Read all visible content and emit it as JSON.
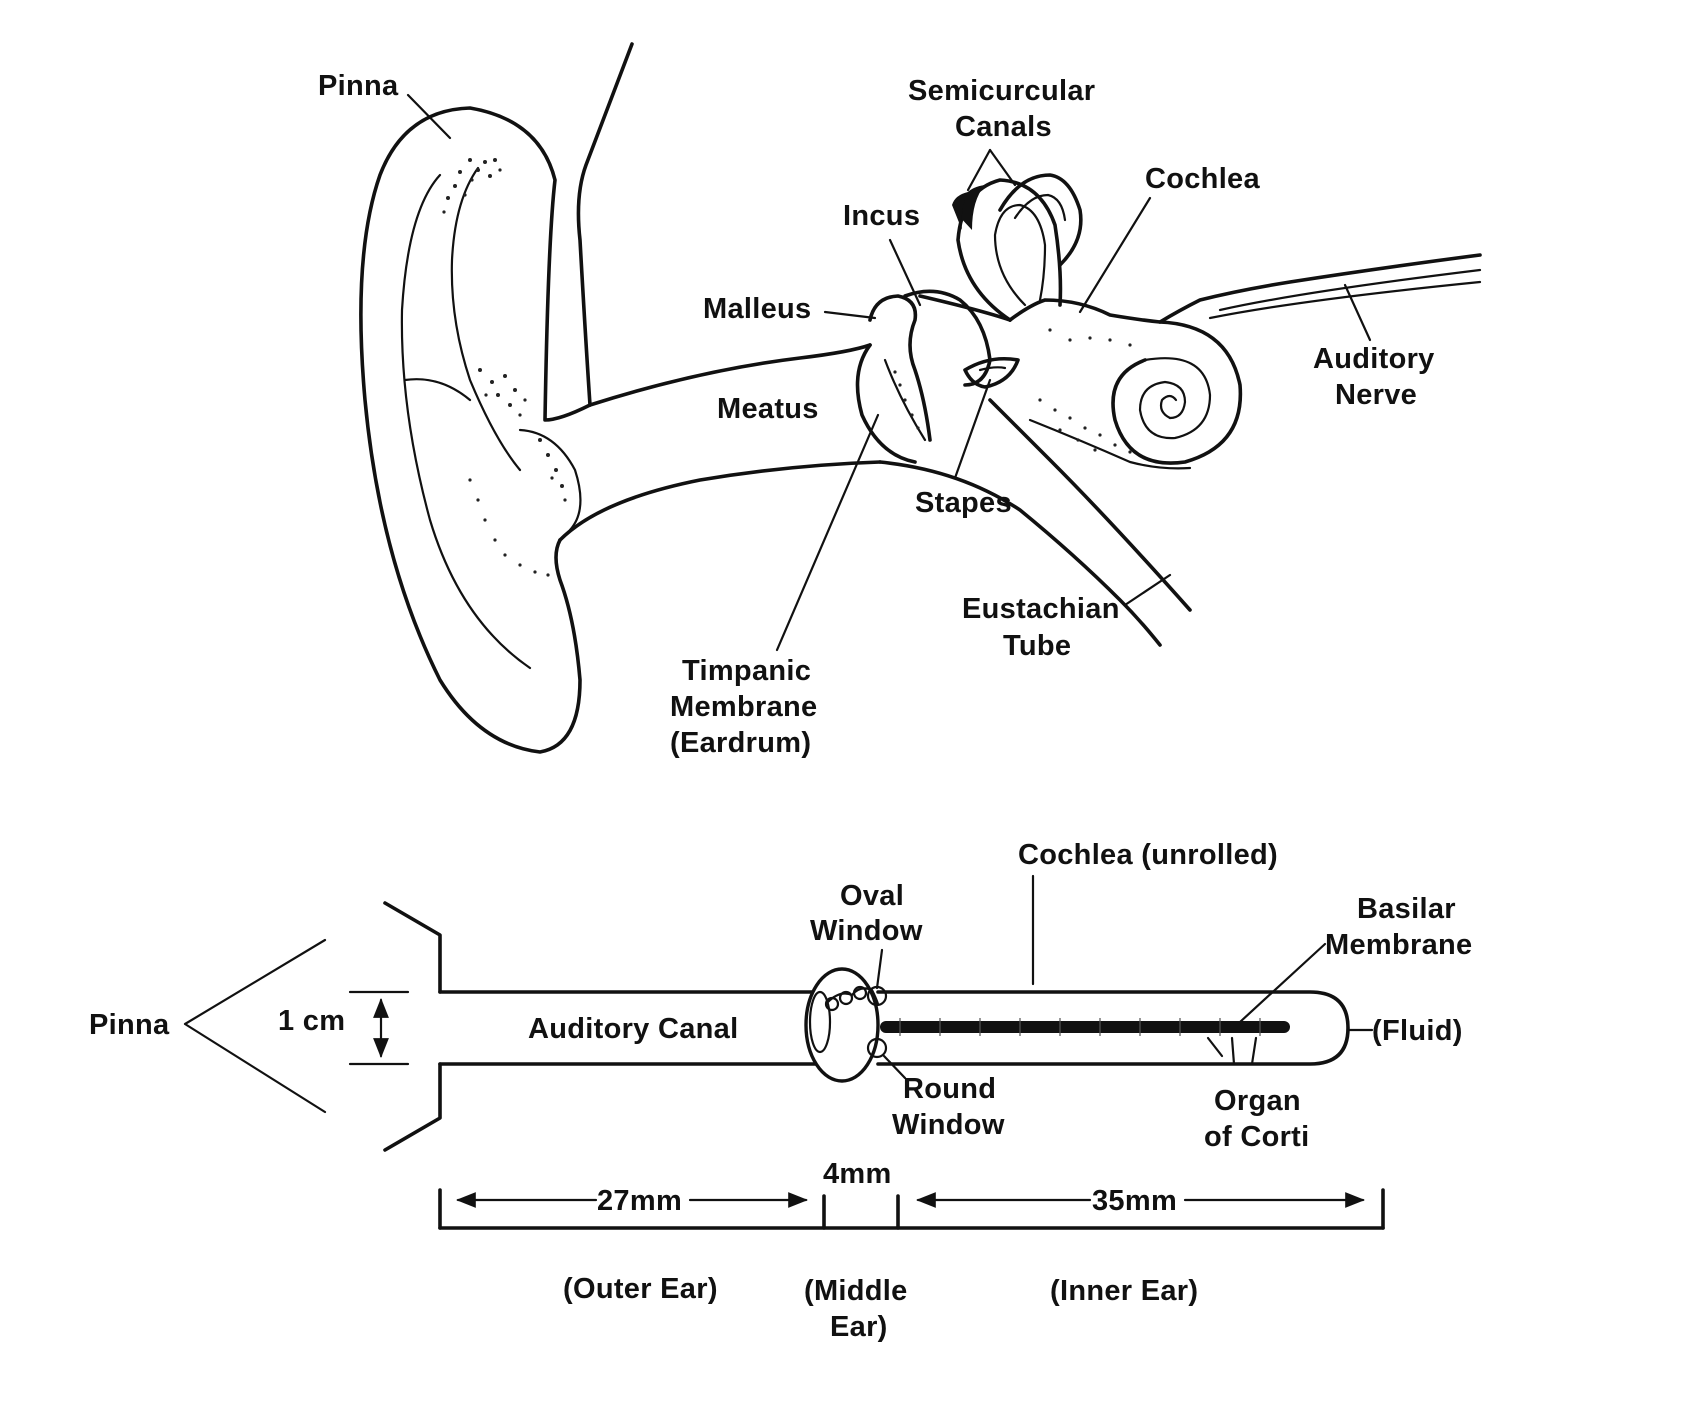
{
  "anatomy_labels": {
    "pinna": "Pinna",
    "semicircular_1": "Semicurcular",
    "semicircular_2": "Canals",
    "cochlea": "Cochlea",
    "incus": "Incus",
    "malleus": "Malleus",
    "meatus": "Meatus",
    "auditory_nerve_1": "Auditory",
    "auditory_nerve_2": "Nerve",
    "stapes": "Stapes",
    "eustachian_1": "Eustachian",
    "eustachian_2": "Tube",
    "tympanic_1": "Timpanic",
    "tympanic_2": "Membrane",
    "tympanic_3": "(Eardrum)"
  },
  "schematic_labels": {
    "cochlea_unrolled": "Cochlea (unrolled)",
    "oval_1": "Oval",
    "oval_2": "Window",
    "basilar_1": "Basilar",
    "basilar_2": "Membrane",
    "pinna": "Pinna",
    "one_cm": "1 cm",
    "auditory_canal": "Auditory Canal",
    "fluid": "(Fluid)",
    "round_1": "Round",
    "round_2": "Window",
    "organ_1": "Organ",
    "organ_2": "of Corti"
  },
  "dimensions": {
    "outer": "27mm",
    "middle": "4mm",
    "inner": "35mm"
  },
  "sections": {
    "outer": "(Outer Ear)",
    "middle_1": "(Middle",
    "middle_2": "Ear)",
    "inner": "(Inner Ear)"
  }
}
